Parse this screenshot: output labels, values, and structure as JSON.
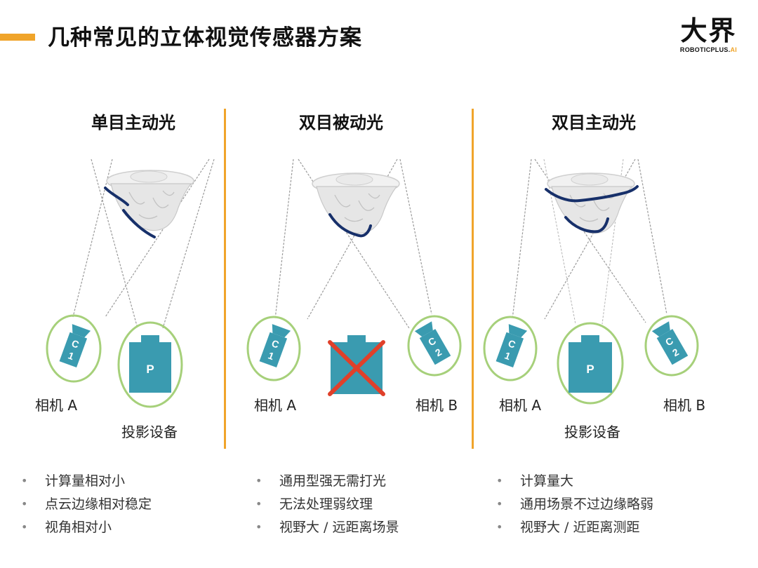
{
  "header": {
    "title": "几种常见的立体视觉传感器方案",
    "logo_main": "大界",
    "logo_sub": "ROBOTICPLUS.",
    "logo_sub_ai": "AI"
  },
  "colors": {
    "accent": "#f0a42a",
    "device_teal": "#3a9bb0",
    "ring_green": "#a6d07a",
    "contour_navy": "#17306a",
    "cross_red": "#e0402a"
  },
  "sections": [
    {
      "title": "单目主动光",
      "camera_a_label": "相机 A",
      "projector_label": "投影设备",
      "camera_a_marks": [
        "C",
        "1"
      ],
      "projector_mark": "P",
      "bullets": [
        "计算量相对小",
        "点云边缘相对稳定",
        "视角相对小"
      ]
    },
    {
      "title": "双目被动光",
      "camera_a_label": "相机 A",
      "camera_b_label": "相机 B",
      "camera_a_marks": [
        "C",
        "1"
      ],
      "camera_b_marks": [
        "C",
        "2"
      ],
      "bullets": [
        "通用型强无需打光",
        "无法处理弱纹理",
        "视野大 / 远距离场景"
      ]
    },
    {
      "title": "双目主动光",
      "camera_a_label": "相机 A",
      "camera_b_label": "相机 B",
      "projector_label": "投影设备",
      "camera_a_marks": [
        "C",
        "1"
      ],
      "camera_b_marks": [
        "C",
        "2"
      ],
      "projector_mark": "P",
      "bullets": [
        "计算量大",
        "通用场景不过边缘略弱",
        "视野大 / 近距离测距"
      ]
    }
  ],
  "bullet_symbol": "•"
}
